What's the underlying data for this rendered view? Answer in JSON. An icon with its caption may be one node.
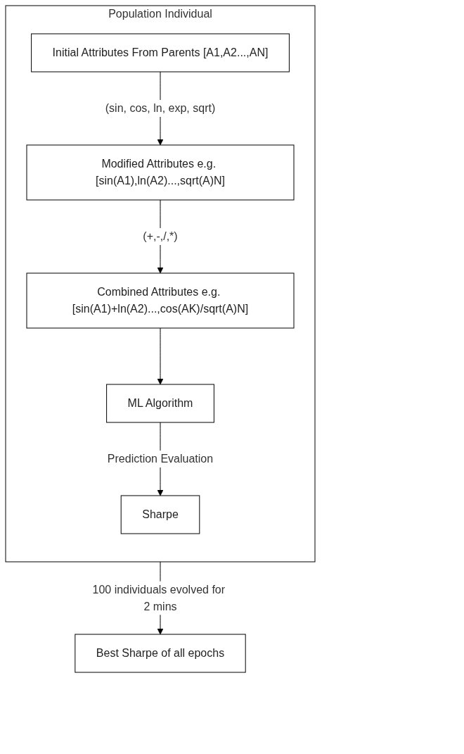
{
  "diagram": {
    "nodes": [
      {
        "text": [
          "Population Individual"
        ]
      },
      {
        "text": [
          "Initial Attributes From Parents [A1,A2...,AN]"
        ],
        "in": 0
      },
      {
        "text": [
          "Modified Attributes e.g. [sin(A1),ln(A2)...,sqrt(A)N]"
        ],
        "in": 0
      },
      {
        "text": [
          "Combined Attributes e.g. [sin(A1)+ln(A2)...,cos(AK)/sqrt(A)N]"
        ],
        "in": 0
      },
      {
        "text": [
          "ML Algorithm"
        ],
        "in": 0
      },
      {
        "text": [
          "Sharpe"
        ],
        "in": 0
      },
      {
        "text": [
          "Best Sharpe of all epochs"
        ]
      }
    ],
    "edges": [
      {
        "from": 1,
        "to": 2,
        "arrow": "to",
        "label": "(sin, cos, ln, exp, sqrt)"
      },
      {
        "from": 2,
        "to": 3,
        "arrow": "to",
        "label": "(+,-,/,*)"
      },
      {
        "from": 3,
        "to": 4,
        "arrow": "to"
      },
      {
        "from": 4,
        "to": 5,
        "arrow": "to",
        "label": "Prediction Evaluation"
      },
      {
        "from": 0,
        "to": 6,
        "arrow": "to",
        "label": "100 individuals evolved for 2 mins"
      }
    ]
  }
}
